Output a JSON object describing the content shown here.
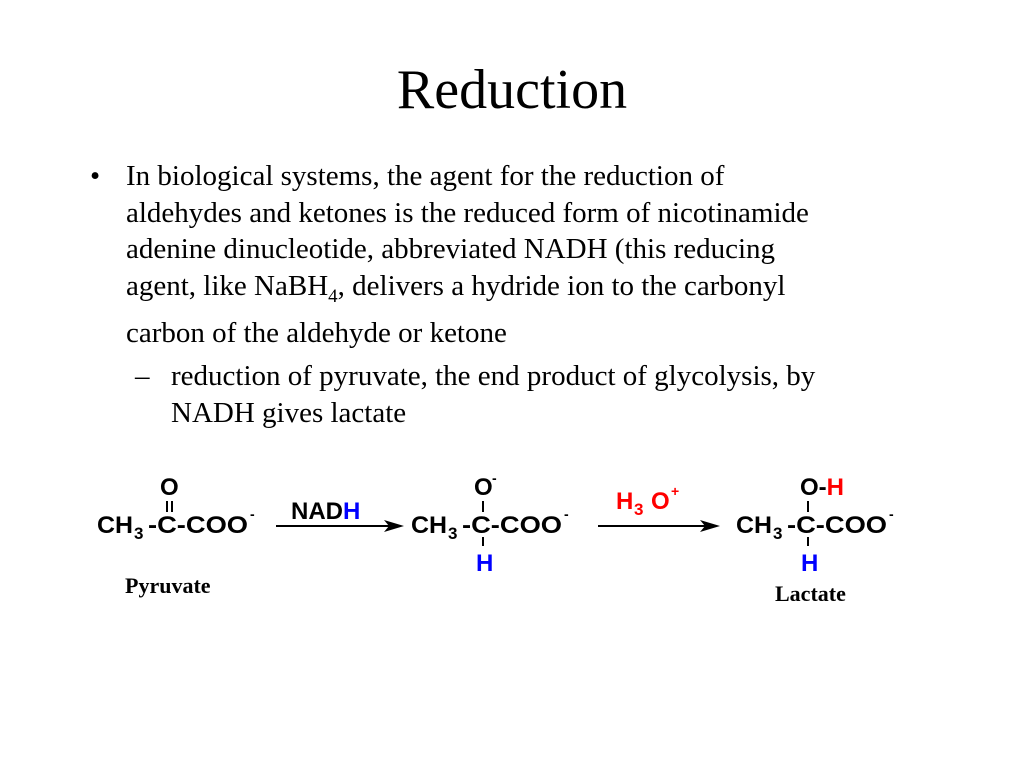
{
  "slide": {
    "title": "Reduction"
  },
  "bullet1": {
    "mark": "•",
    "line1": "In biological systems, the agent for the reduction of",
    "line2": "aldehydes and ketones is the reduced form of nicotinamide",
    "line3": "adenine dinucleotide, abbreviated NADH (this reducing",
    "line4_pre": "agent, like NaBH",
    "line4_sub": "4",
    "line4_post": ", delivers a hydride ion to the carbonyl",
    "line5": "carbon of the aldehyde or ketone"
  },
  "bullet2": {
    "mark": "–",
    "line1": "reduction of pyruvate, the end product of glycolysis, by",
    "line2": "NADH gives lactate"
  },
  "reaction": {
    "colors": {
      "black": "#000000",
      "hydride_blue": "#0000FF",
      "acid_red": "#FF0000"
    },
    "pyruvate": {
      "top_atom": "O",
      "ch": "CH",
      "sub3": "3",
      "chain": "-C-COO",
      "charge": "-",
      "name": "Pyruvate"
    },
    "reagent1": {
      "nad": "NAD",
      "h": "H"
    },
    "intermediate": {
      "top_atom": "O",
      "top_charge": "-",
      "ch": "CH",
      "sub3": "3",
      "chain": "-C-COO",
      "charge": "-",
      "bottom_atom": "H"
    },
    "reagent2": {
      "h": "H",
      "sub3": "3",
      "o": "O",
      "charge": "+"
    },
    "lactate": {
      "top_o": "O-",
      "top_h": "H",
      "ch": "CH",
      "sub3": "3",
      "chain": "-C-COO",
      "charge": "-",
      "bottom_atom": "H",
      "name": "Lactate"
    }
  }
}
